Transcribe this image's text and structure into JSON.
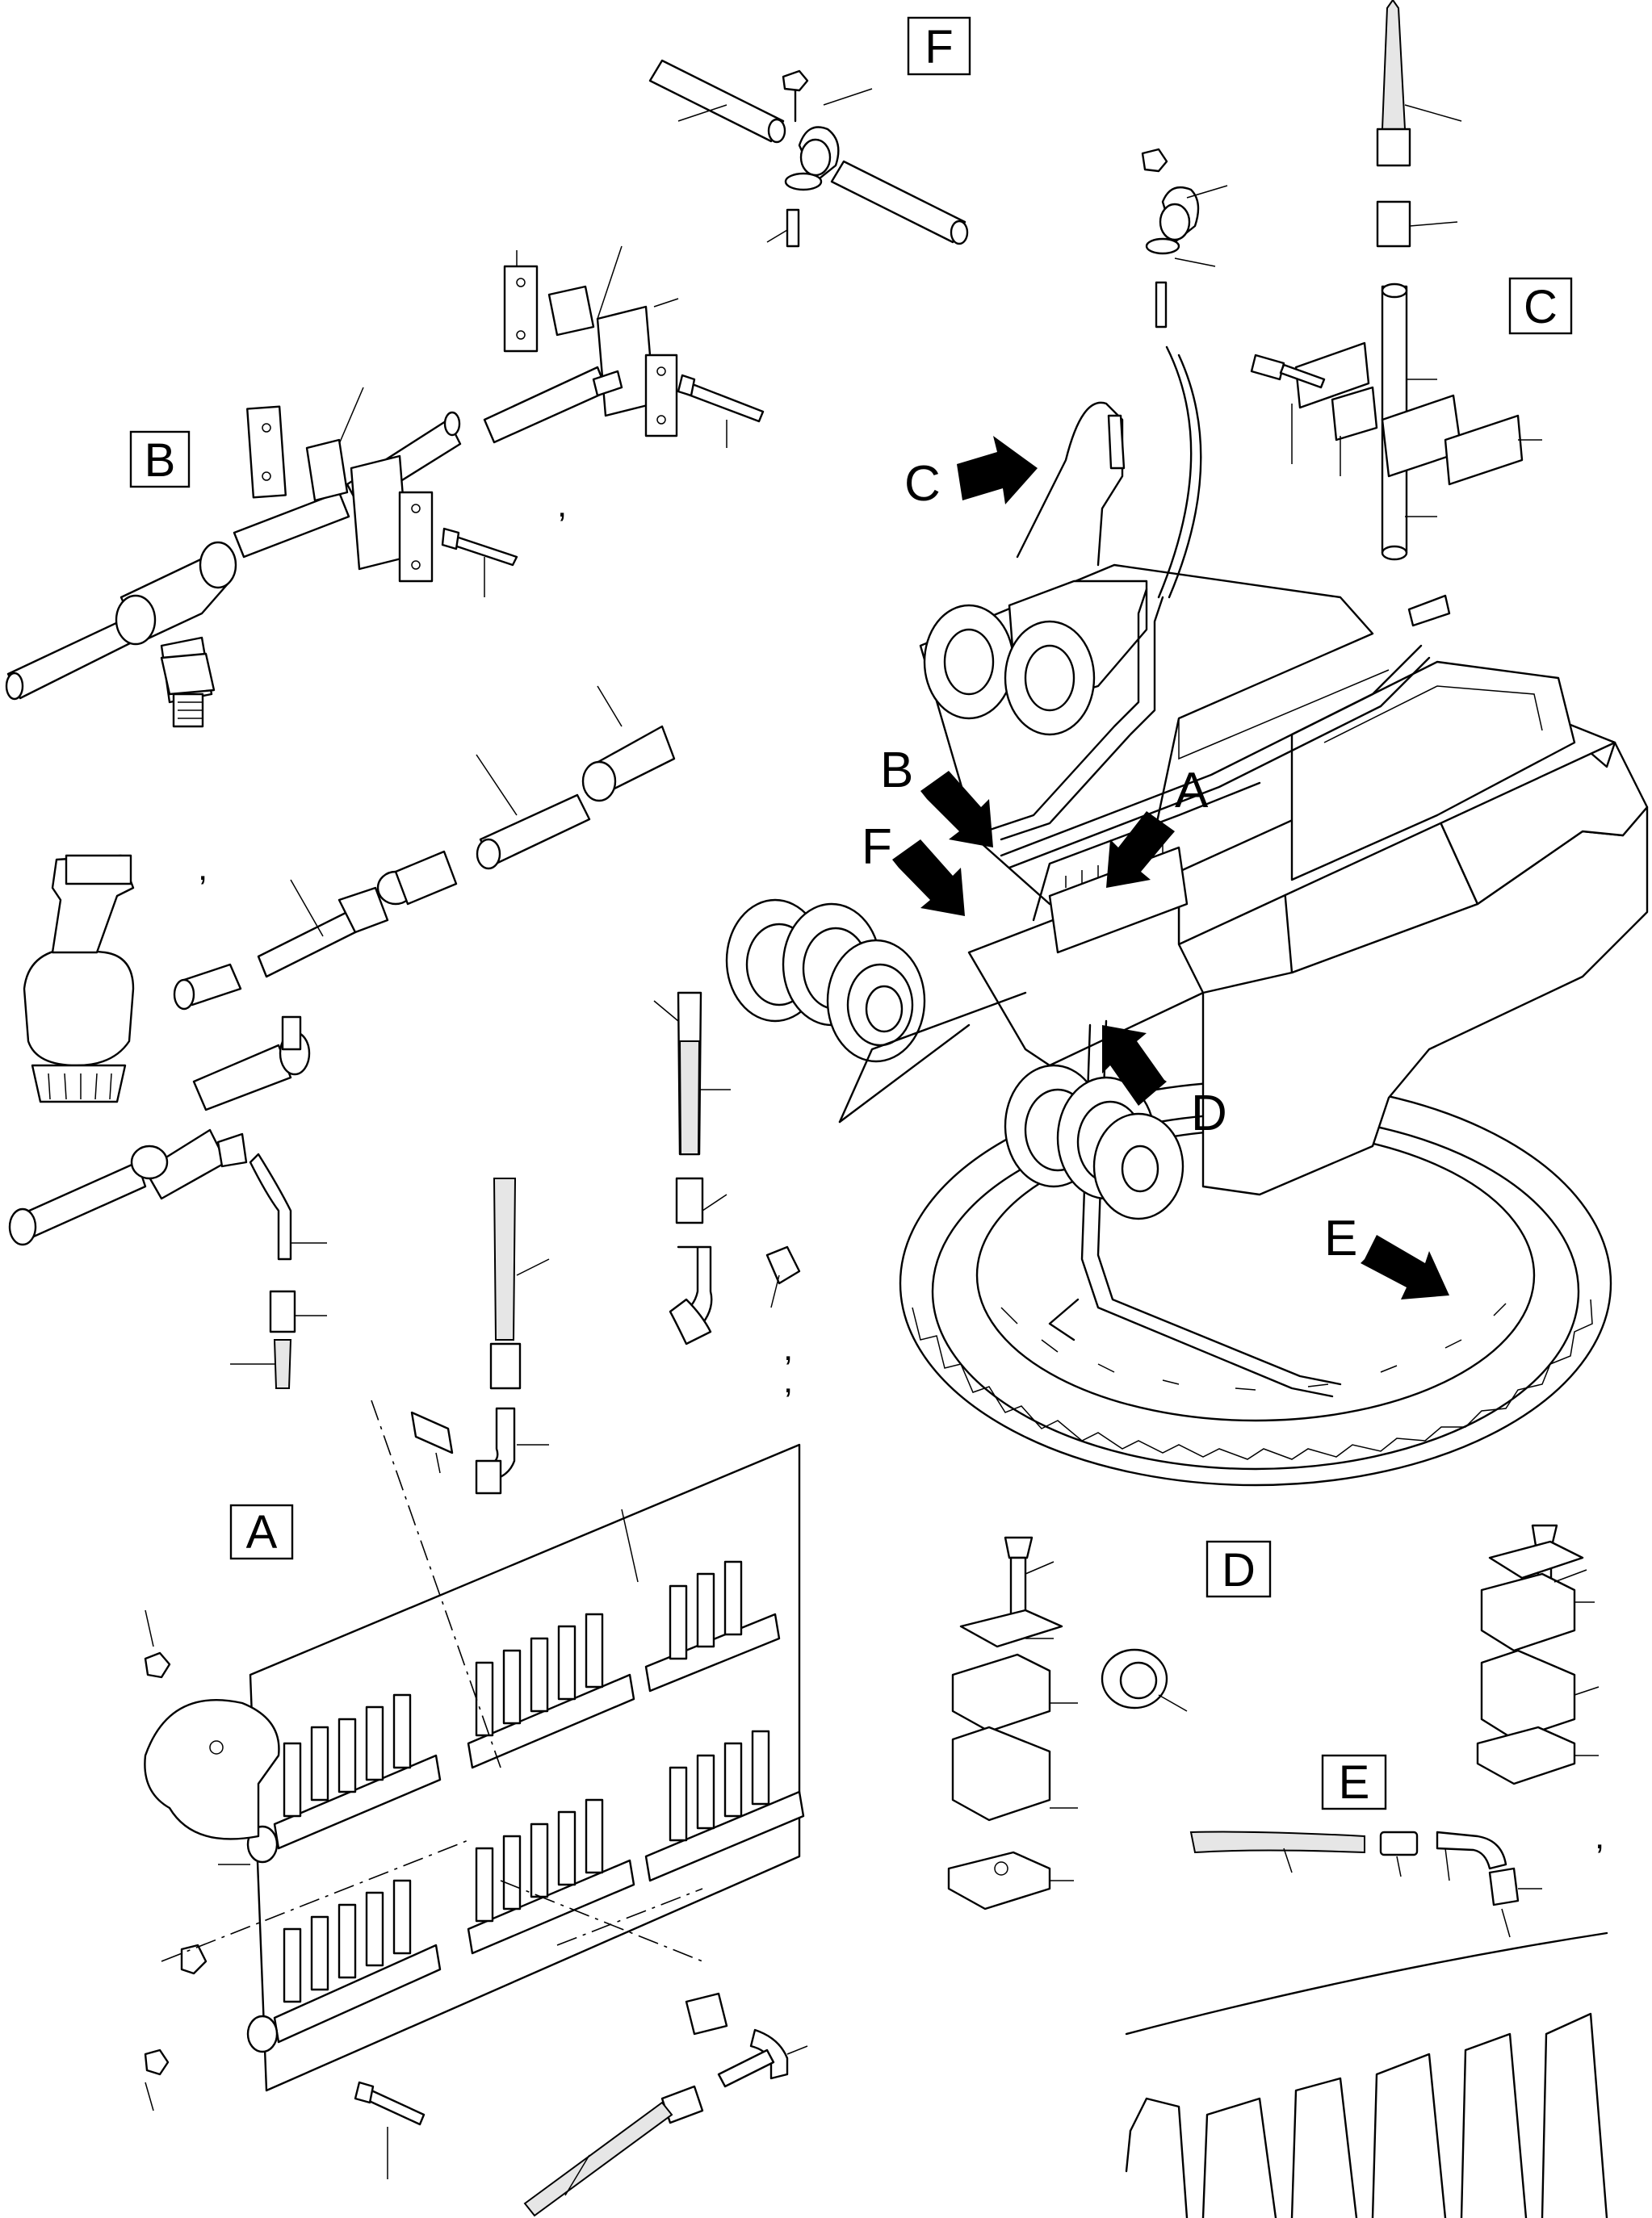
{
  "detail_labels": {
    "A": "A",
    "B": "B",
    "C": "C",
    "D": "D",
    "E": "E",
    "F": "F"
  },
  "arrow_labels": {
    "A": "A",
    "B": "B",
    "C": "C",
    "D": "D",
    "E": "E",
    "F": "F"
  },
  "marks": [
    ",",
    ",",
    ",",
    ",",
    ","
  ]
}
